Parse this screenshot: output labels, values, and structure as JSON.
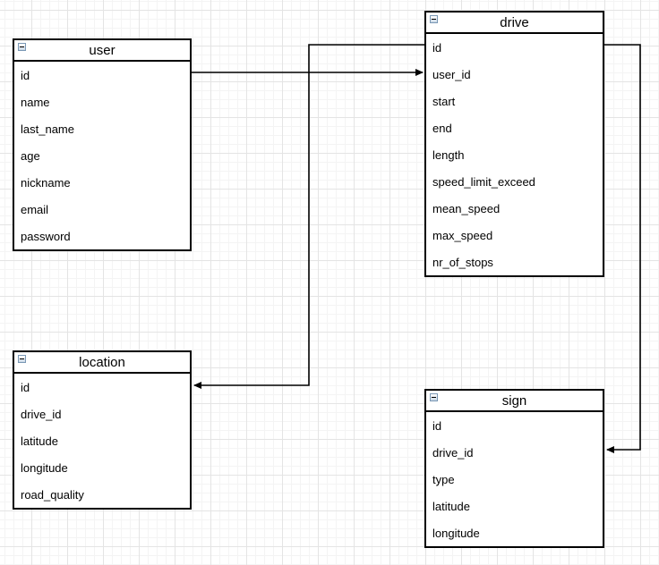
{
  "canvas": {
    "background": "#ffffff",
    "grid_minor_color": "#f4f4f4",
    "grid_major_color": "#e4e4e4"
  },
  "colors": {
    "table_border": "#000000",
    "table_fill": "#ffffff",
    "text": "#000000",
    "connector": "#000000",
    "collapse_icon_border": "#7a98b5",
    "collapse_icon_fill": "#c9d7e4"
  },
  "tables": [
    {
      "title": "user",
      "fields": [
        "id",
        "name",
        "last_name",
        "age",
        "nickname",
        "email",
        "password"
      ]
    },
    {
      "title": "drive",
      "fields": [
        "id",
        "user_id",
        "start",
        "end",
        "length",
        "speed_limit_exceed",
        "mean_speed",
        "max_speed",
        "nr_of_stops"
      ]
    },
    {
      "title": "location",
      "fields": [
        "id",
        "drive_id",
        "latitude",
        "longitude",
        "road_quality"
      ]
    },
    {
      "title": "sign",
      "fields": [
        "id",
        "drive_id",
        "type",
        "latitude",
        "longitude"
      ]
    }
  ],
  "connectors": [
    {
      "name": "user-to-drive",
      "from": "user.id",
      "to": "drive.user_id",
      "arrow": "into drive.user_id"
    },
    {
      "name": "drive-to-location",
      "from": "drive.id",
      "to": "location.id",
      "arrow": "into location.id"
    },
    {
      "name": "drive-to-sign",
      "from": "drive.id",
      "to": "sign.drive_id",
      "arrow": "into sign.drive_id"
    }
  ]
}
